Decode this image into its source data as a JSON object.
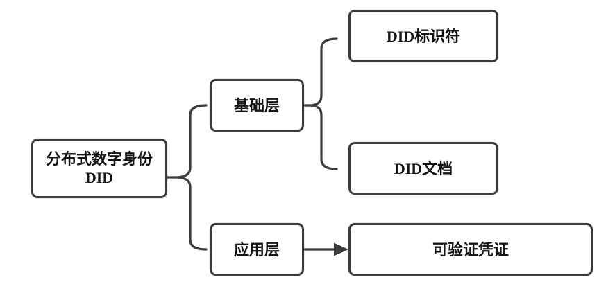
{
  "colors": {
    "line": "#3b3b3b",
    "text": "#141414",
    "background": "#ffffff"
  },
  "nodes": {
    "root": {
      "line1": "分布式数字身份",
      "line2": "DID"
    },
    "base_layer": {
      "label": "基础层"
    },
    "app_layer": {
      "label": "应用层"
    },
    "did_identifier": {
      "label": "DID标识符"
    },
    "did_document": {
      "label": "DID文档"
    },
    "verifiable_credential": {
      "label": "可验证凭证"
    }
  },
  "connections": [
    {
      "from": "分布式数字身份DID",
      "to": [
        "基础层",
        "应用层"
      ],
      "style": "curly-brace"
    },
    {
      "from": "基础层",
      "to": [
        "DID标识符",
        "DID文档"
      ],
      "style": "curly-brace"
    },
    {
      "from": "应用层",
      "to": [
        "可验证凭证"
      ],
      "style": "arrow"
    }
  ]
}
